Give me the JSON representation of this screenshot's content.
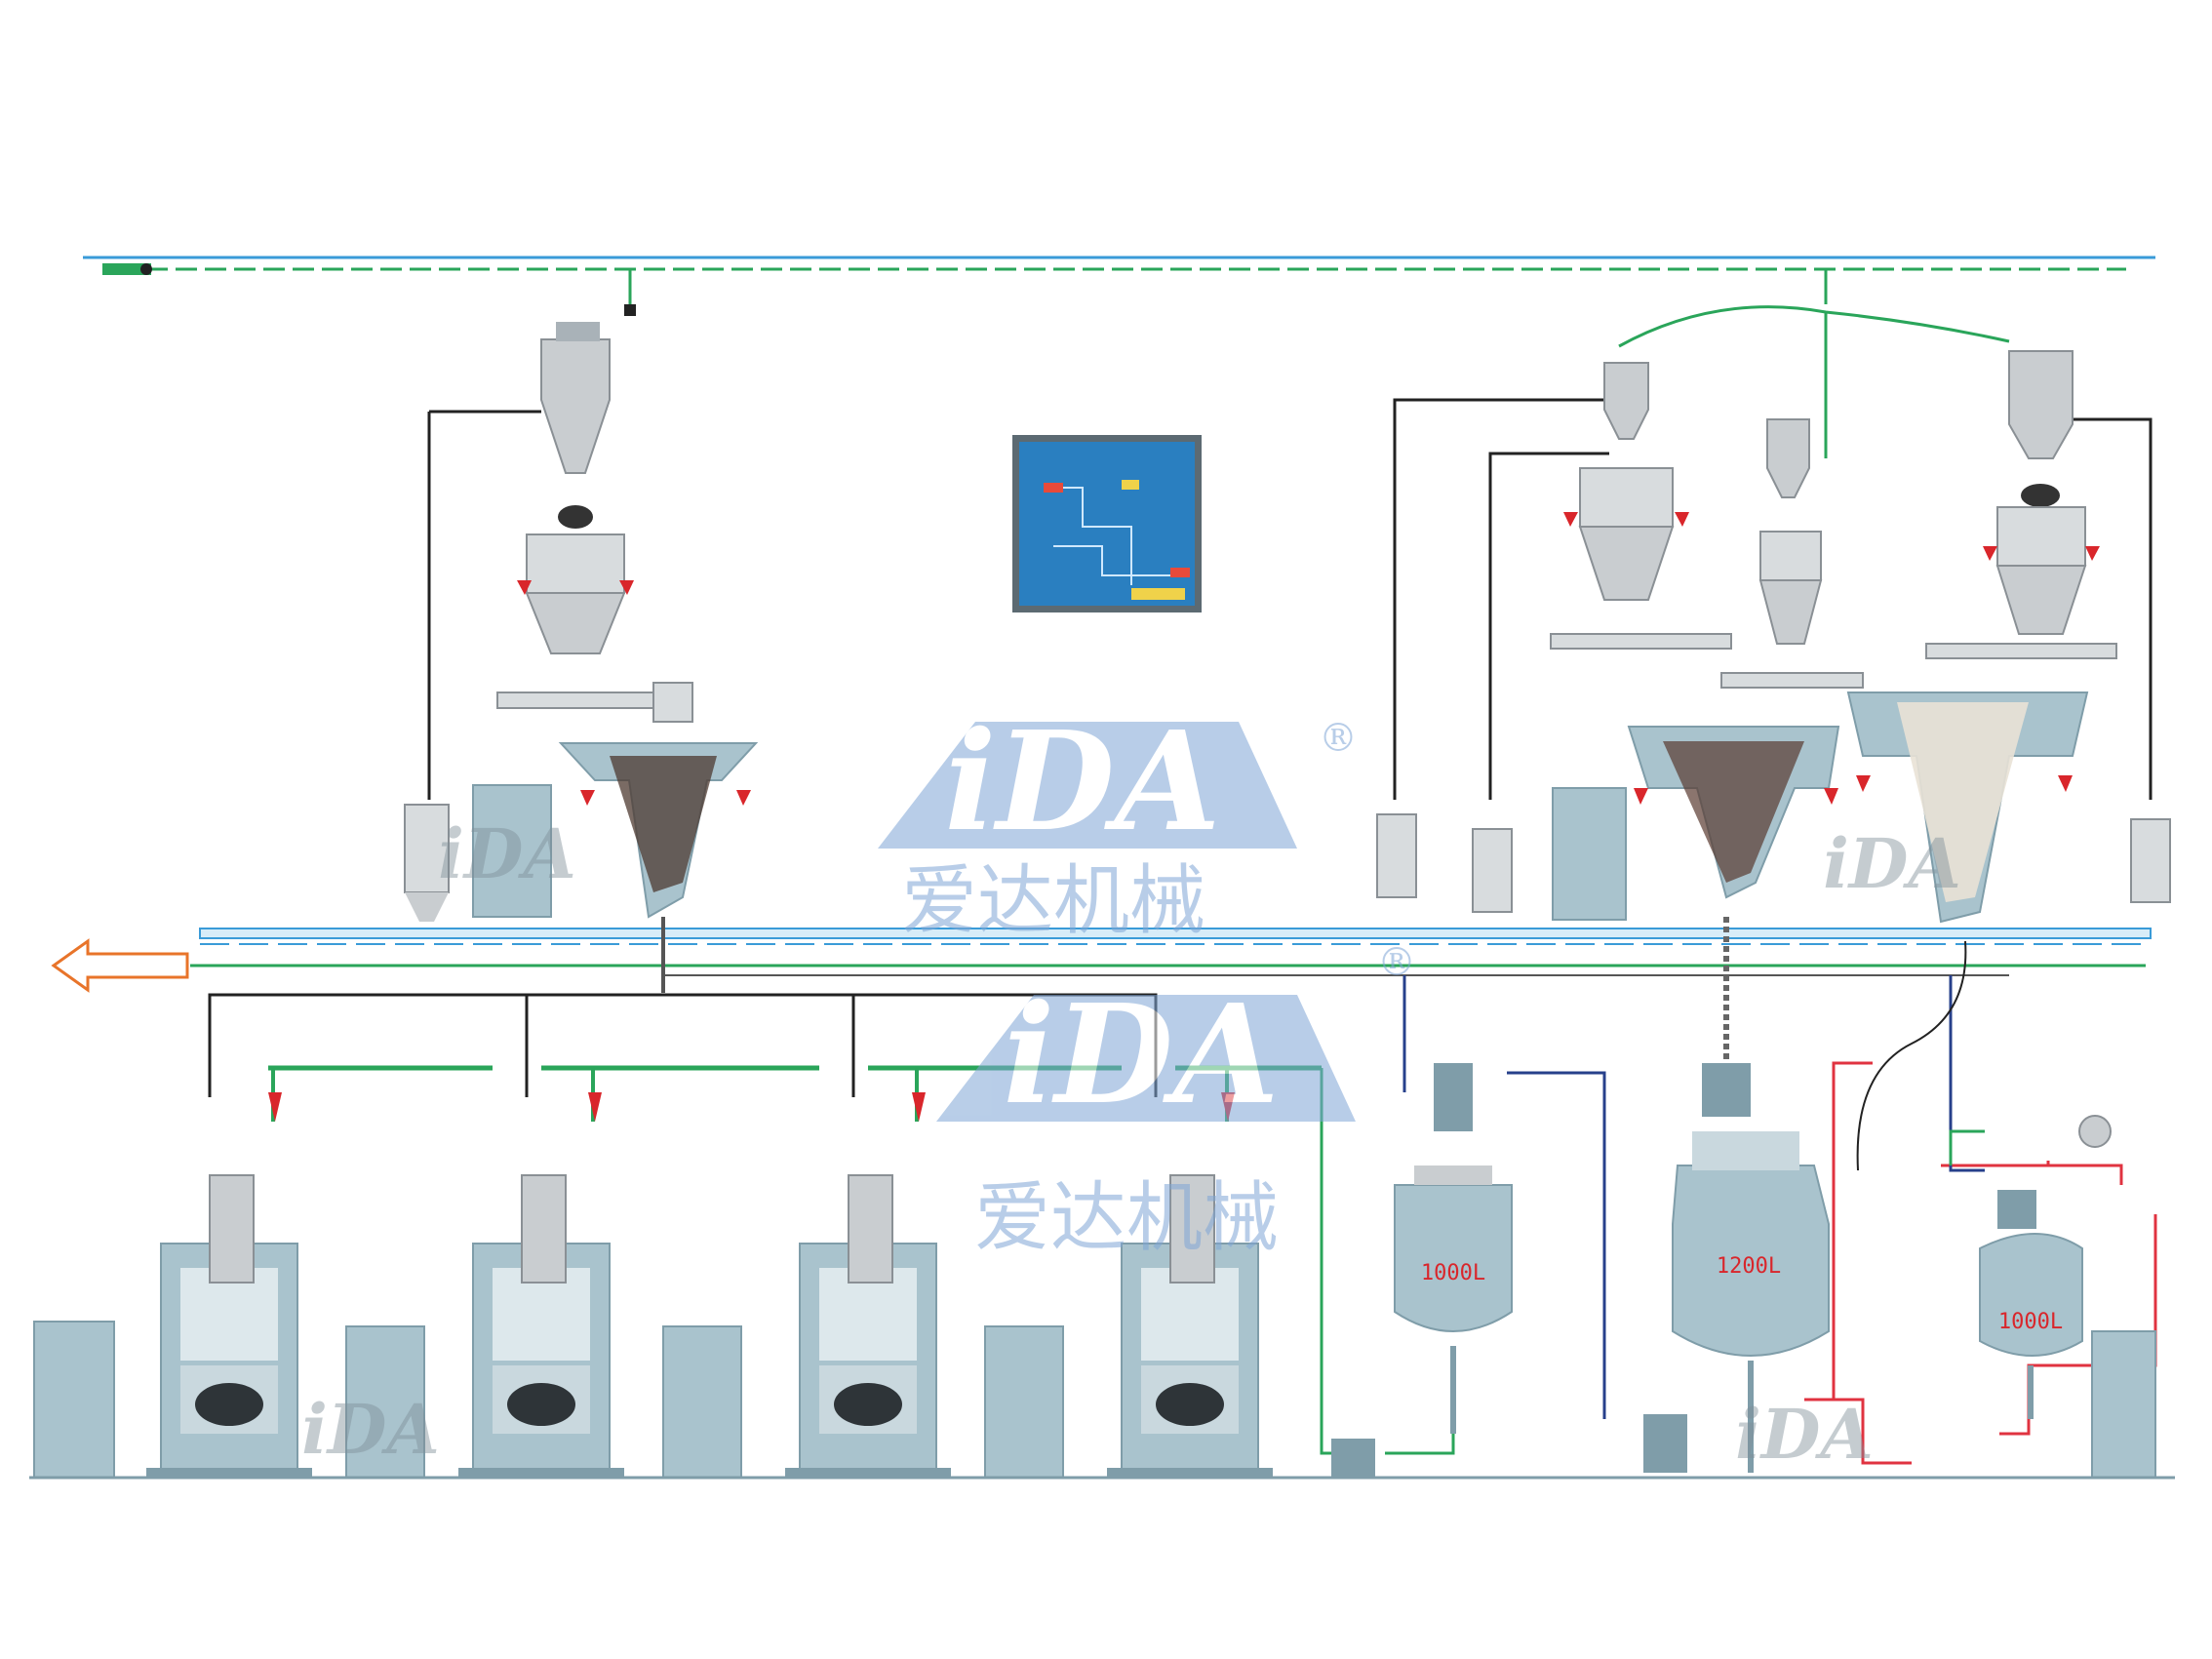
{
  "diagram": {
    "tanks": [
      {
        "id": "tank-left",
        "label": "1000L"
      },
      {
        "id": "tank-middle",
        "label": "1200L"
      },
      {
        "id": "tank-right",
        "label": "1000L"
      }
    ],
    "watermark": {
      "logo": "iDA",
      "chinese": "爱达机械",
      "registered": "®"
    }
  },
  "colors": {
    "equipment": "#a9c3cd",
    "equipment_dark": "#7f9da9",
    "steel": "#c9cdd0",
    "pipe_blue": "#3a9bd8",
    "pipe_green": "#2aa55a",
    "pipe_black": "#222222",
    "pipe_red": "#e03340",
    "pipe_navy": "#27408b",
    "arrow_orange": "#e8742a",
    "panel_blue": "#2a7fc0",
    "watermark": "#7fa6d6",
    "label_red": "#d9262b"
  }
}
